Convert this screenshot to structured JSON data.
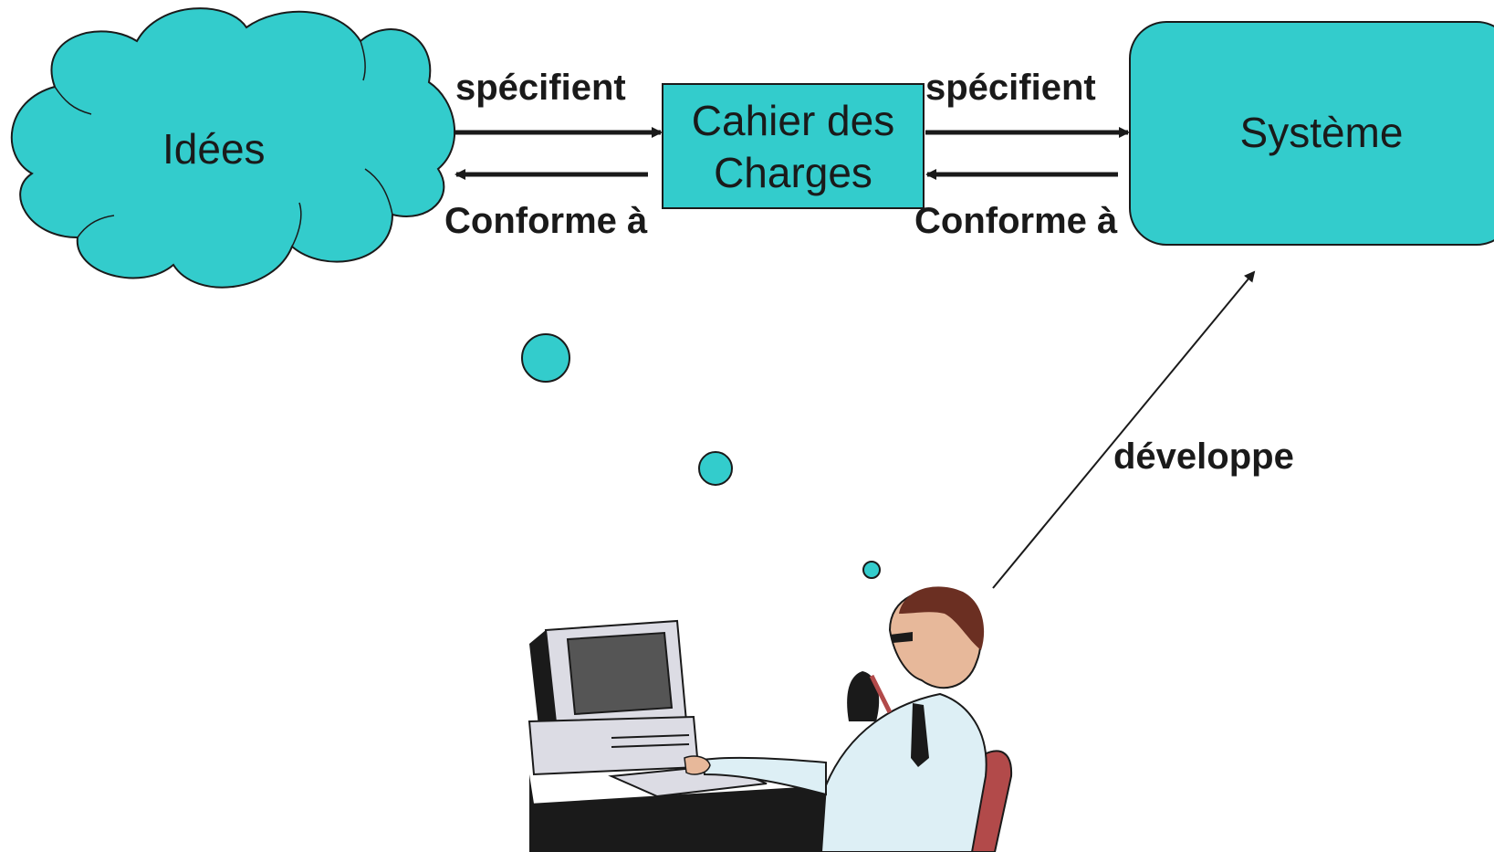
{
  "diagram": {
    "nodes": {
      "ideas": "Idées",
      "spec_doc_line1": "Cahier des",
      "spec_doc_line2": "Charges",
      "system": "Système"
    },
    "edges": {
      "ideas_to_doc_top": "spécifient",
      "doc_to_ideas_bottom": "Conforme à",
      "doc_to_system_top": "spécifient",
      "system_to_doc_bottom": "Conforme à",
      "developer_to_system": "développe"
    },
    "colors": {
      "fill": "#33CCCC",
      "stroke": "#1a1a1a",
      "chair": "#B24A4A",
      "computer": "#DCDCE4"
    },
    "icons": [
      "cloud",
      "thought-bubble",
      "computer",
      "person"
    ]
  }
}
